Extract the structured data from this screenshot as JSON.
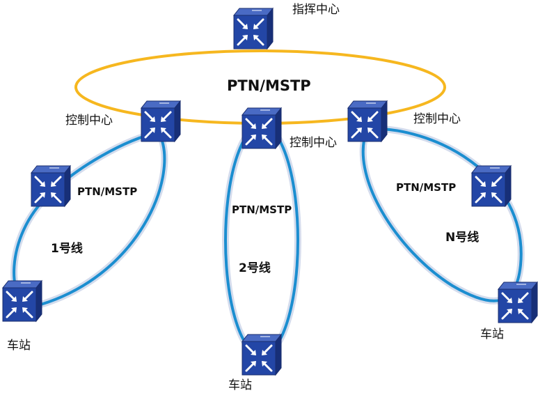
{
  "title_ring": "PTN/MSTP",
  "command_center": "指挥中心",
  "control_center_left": "控制中心",
  "control_center_middle": "控制中心",
  "control_center_right": "控制中心",
  "line1": {
    "network": "PTN/MSTP",
    "name": "1号线",
    "station": "车站"
  },
  "line2": {
    "network": "PTN/MSTP",
    "name": "2号线",
    "station": "车站"
  },
  "lineN": {
    "network": "PTN/MSTP",
    "name": "N号线",
    "station": "车站"
  },
  "colors": {
    "backbone_ring": "#f5b21e",
    "line_ring": "#1a8fd2",
    "ring_glow": "#cfd9ea",
    "node_front": "#1f3f9a",
    "node_top": "#3a5cb8",
    "node_side": "#16307a"
  },
  "icons": [
    "router-icon"
  ]
}
